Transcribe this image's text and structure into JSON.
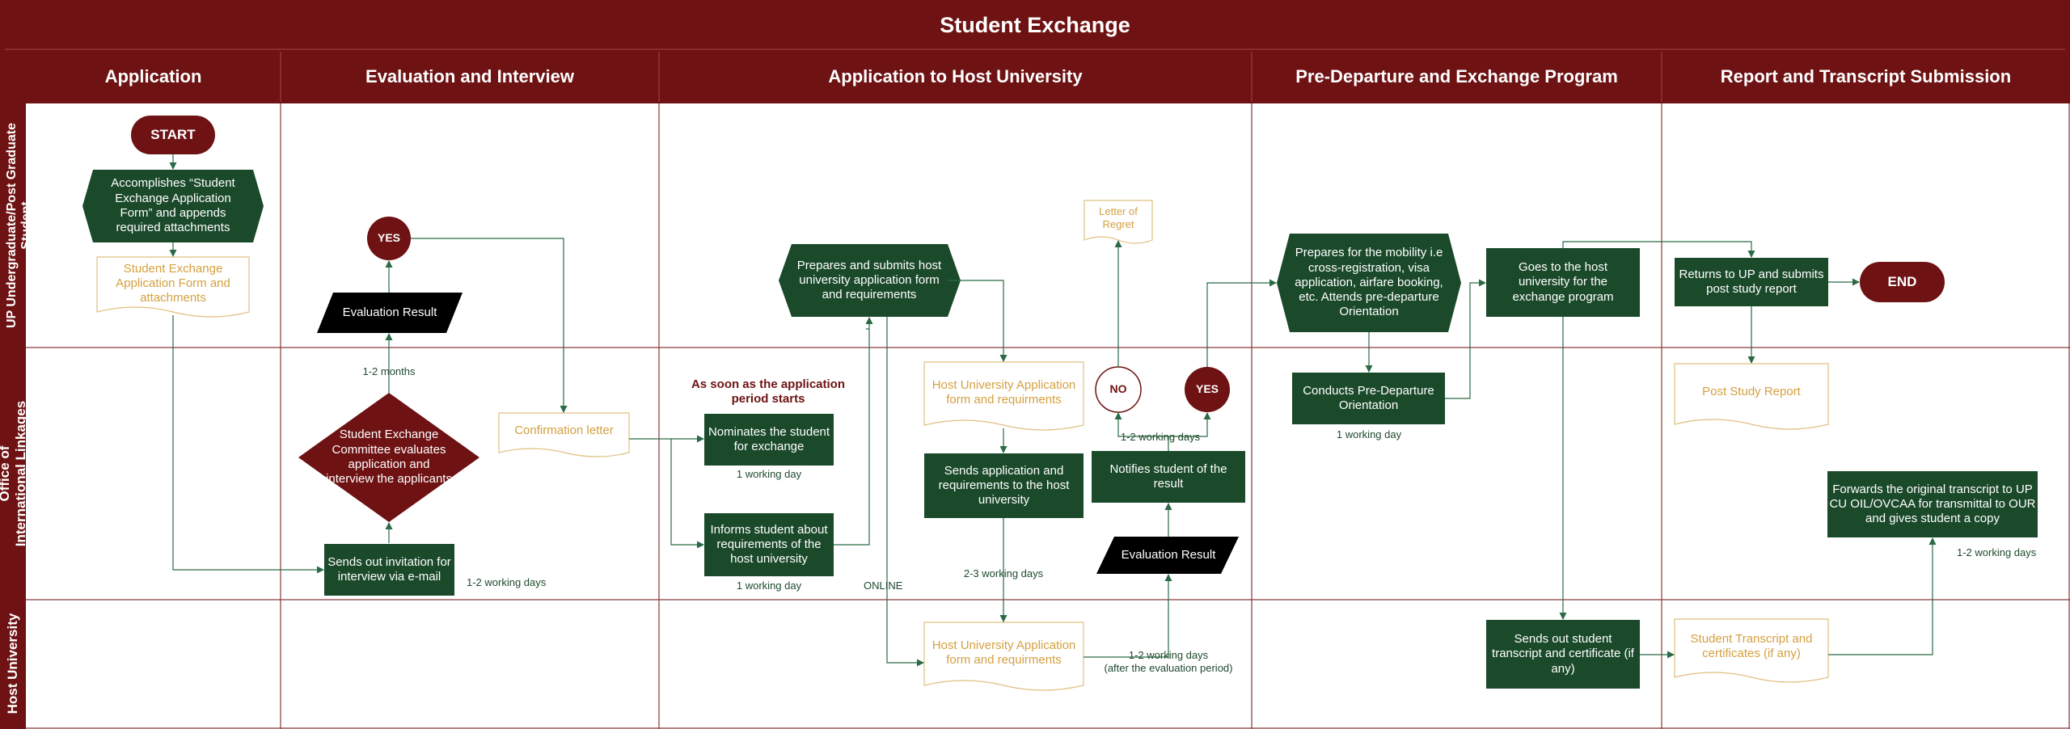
{
  "title": "Student Exchange",
  "columns": [
    "Application",
    "Evaluation and Interview",
    "Application to Host University",
    "Pre-Departure and Exchange Program",
    "Report and Transcript Submission"
  ],
  "lanes": {
    "student": "UP Undergraduate/Post Graduate Student",
    "oil_line1": "Office of",
    "oil_line2": "International Linkages",
    "host": "Host University"
  },
  "nodes": {
    "start": "START",
    "accomplish": "Accomplishes “Student Exchange Application Form” and appends required attachments",
    "form_doc": "Student Exchange Application Form and attachments",
    "yes1": "YES",
    "eval_result1": "Evaluation Result",
    "committee": "Student Exchange Committee evaluates application and interview the applicants",
    "invite": "Sends out invitation for interview via e-mail",
    "confirm": "Confirmation letter",
    "nominate": "Nominates the student for exchange",
    "inform": "Informs student about requirements of the host university",
    "prepares_submits": "Prepares and submits host university application form and requirements",
    "host_form_oil": "Host University Application form and requirments",
    "sends_app": "Sends application and requirements to the host university",
    "host_form_hu": "Host University Application form and requirments",
    "regret": "Letter of Regret",
    "no": "NO",
    "yes2": "YES",
    "notifies": "Notifies student of the result",
    "eval_result2": "Evaluation Result",
    "prep_mobility": "Prepares for the mobility i.e cross-registration, visa application, airfare booking, etc. Attends pre-departure Orientation",
    "conducts": "Conducts Pre-Departure Orientation",
    "goes_host": "Goes to the host university for the exchange program",
    "sends_transcript": "Sends out student transcript and certificate (if any)",
    "returns": "Returns to UP and submits post study report",
    "end": "END",
    "post_report": "Post Study Report",
    "transcript_doc": "Student Transcript and certificates (if any)",
    "forwards": "Forwards the original transcript to UP CU OIL/OVCAA for transmittal to OUR and gives student a copy"
  },
  "notes": {
    "months": "1-2 months",
    "wd_invite": "1-2 working days",
    "asap_1": "As soon as the application",
    "asap_2": "period starts",
    "wd_nominate": "1 working day",
    "wd_inform": "1 working day",
    "online": "ONLINE",
    "wd_sends": "2-3 working days",
    "wd_notify": "1-2 working days",
    "wd_host_1": "1-2 working days",
    "wd_host_2": "(after the evaluation period)",
    "wd_conduct": "1 working day",
    "wd_forward": "1-2 working days"
  },
  "colors": {
    "maroon": "#6e1213",
    "green": "#1b4a2b",
    "doc_text": "#d4a040",
    "doc_border": "#e0c080"
  }
}
